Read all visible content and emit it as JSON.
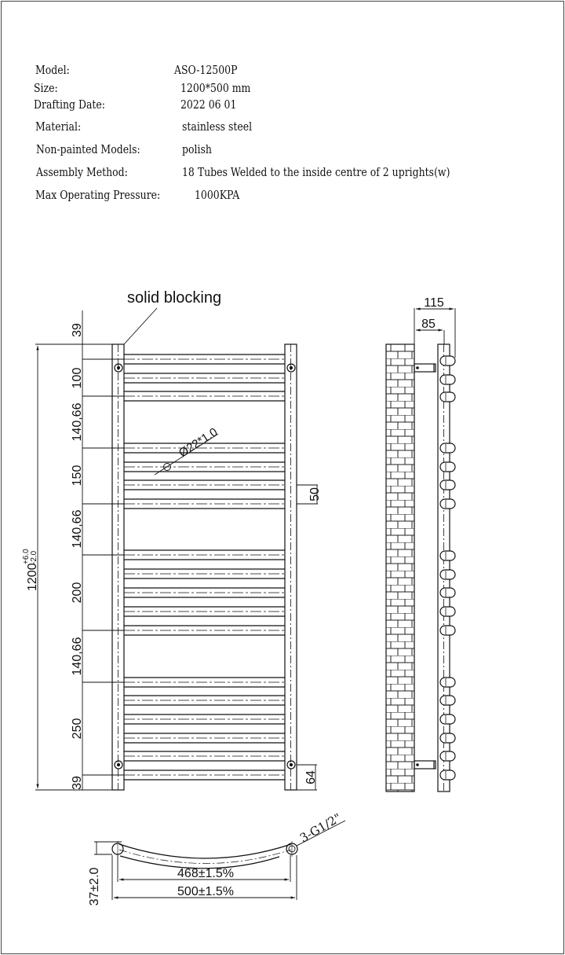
{
  "specs": {
    "model": {
      "label": "Model:",
      "value": "ASO-12500P"
    },
    "size": {
      "label": "Size:",
      "value": "1200*500 mm"
    },
    "drafting_date": {
      "label": "Drafting Date:",
      "value": "2022 06 01"
    },
    "material": {
      "label": "Material:",
      "value": "stainless steel"
    },
    "finish": {
      "label": "Non-painted Models:",
      "value": "polish"
    },
    "assembly": {
      "label": "Assembly Method:",
      "value": "18 Tubes Welded to the inside centre of 2 uprights(w)"
    },
    "pressure": {
      "label": "Max Operating Pressure:",
      "value": "1000KPA"
    }
  },
  "front_view": {
    "callout": "solid blocking",
    "tube_callout": "Ø22*1.0",
    "overall_height": "1200",
    "height_tol_upper": "+6.0",
    "height_tol_lower": "-2.0",
    "vertical_dims": [
      "39",
      "100",
      "140,66",
      "150",
      "140,66",
      "200",
      "140,66",
      "250",
      "39"
    ],
    "right_dims": [
      "50",
      "64"
    ],
    "tube_count": 18
  },
  "side_view": {
    "dim_outer": "115",
    "dim_inner": "85"
  },
  "top_view": {
    "connection_callout": "3-G1/2\"",
    "inner_width": "468±1.5%",
    "outer_width": "500±1.5%",
    "depth": "37±2.0"
  }
}
